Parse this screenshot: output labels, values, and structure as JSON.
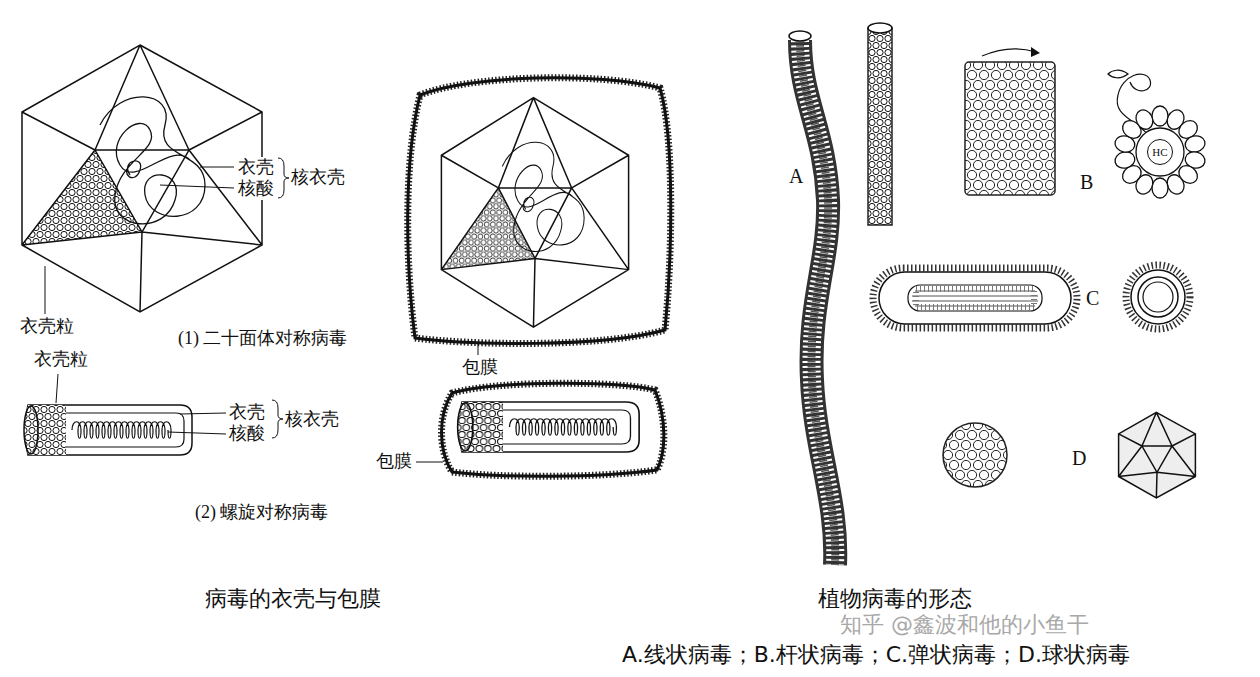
{
  "diagram": {
    "nodes": [
      {
        "text": [
          "HC"
        ]
      }
    ],
    "labels": [
      "衣壳",
      "核酸",
      "核衣壳",
      "衣壳粒",
      "(1) 二十面体对称病毒",
      "包膜",
      "衣壳粒",
      "衣壳",
      "核酸",
      "核衣壳",
      "包膜",
      "(2) 螺旋对称病毒",
      "病毒的衣壳与包膜",
      "A",
      "B",
      "C",
      "D",
      "植物病毒的形态",
      "知乎 @鑫波和他的小鱼干",
      "A.线状病毒；B.杆状病毒；C.弹状病毒；D.球状病毒"
    ]
  }
}
